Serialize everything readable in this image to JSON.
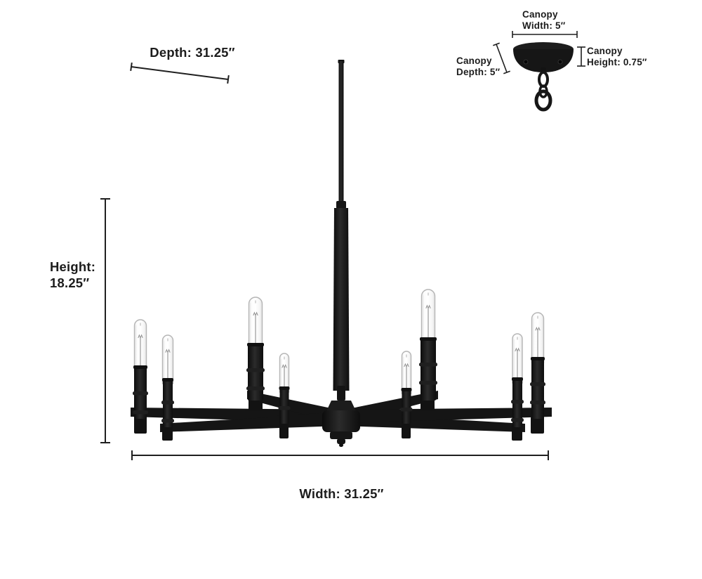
{
  "diagram": {
    "title": "Chandelier dimensions diagram",
    "colors": {
      "background": "#ffffff",
      "metal": "#191919",
      "dimension_line": "#1f1f1f",
      "text": "#1c1c1c",
      "bulb_outline": "#b5b5b5"
    },
    "labels": {
      "depth": "Depth: 31.25″",
      "height_line1": "Height:",
      "height_line2": "18.25″",
      "width": "Width: 31.25″",
      "canopy_width_line1": "Canopy",
      "canopy_width_line2": "Width: 5″",
      "canopy_depth_line1": "Canopy",
      "canopy_depth_line2": "Depth: 5″",
      "canopy_height_line1": "Canopy",
      "canopy_height_line2": "Height: 0.75″"
    },
    "measurements_in": {
      "width": 31.25,
      "depth": 31.25,
      "height": 18.25,
      "canopy_width": 5,
      "canopy_depth": 5,
      "canopy_height": 0.75
    },
    "fixture": {
      "type": "8-arm candle chandelier",
      "finish": "matte black",
      "bulb_count": 8
    }
  }
}
